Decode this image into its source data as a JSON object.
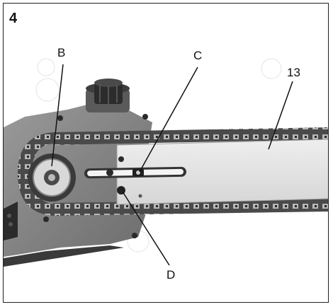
{
  "figure": {
    "number": "4",
    "callouts": {
      "b": "B",
      "c": "C",
      "d": "D",
      "part13": "13"
    }
  }
}
